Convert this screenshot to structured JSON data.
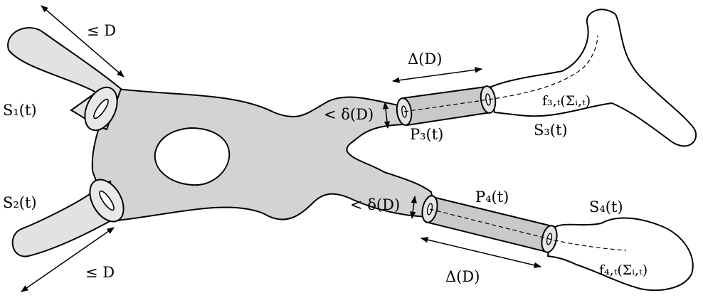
{
  "labels": {
    "s1": "S₁(t)",
    "s2": "S₂(t)",
    "s3": "S₃(t)",
    "s4": "S₄(t)",
    "p3": "P₃(t)",
    "p4": "P₄(t)",
    "le_d_top": "≤ D",
    "le_d_bottom": "≤ D",
    "delta_big_top": "Δ(D)",
    "delta_big_bottom": "Δ(D)",
    "delta_small_top": "< δ(D)",
    "delta_small_bottom": "< δ(D)",
    "f3": "f₃,ₜ(Σᵢ,ₜ)",
    "f4": "f₄,ₜ(Σᵢ,ₜ)"
  },
  "colors": {
    "fill": "#d3d3d3",
    "stroke": "#000000",
    "background": "#ffffff"
  }
}
